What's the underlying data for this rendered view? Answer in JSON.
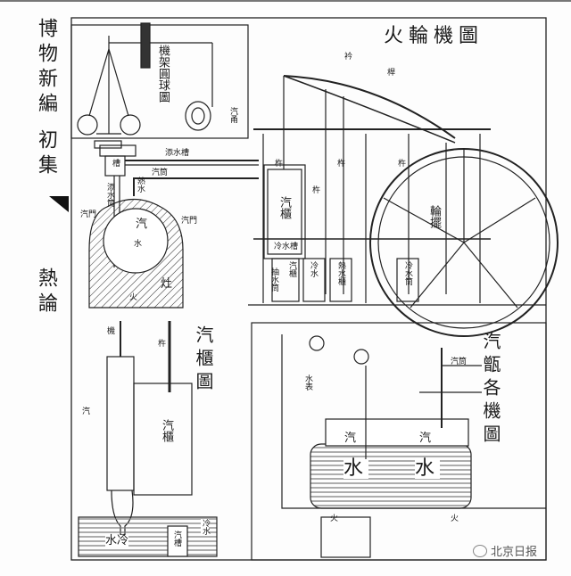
{
  "title": "火輪機圖",
  "book_title": "博物新編",
  "volume": "初集",
  "section": "熱論",
  "governor_inset": {
    "label": "機架圓球圖",
    "pipe_label": "汽甬"
  },
  "boiler": {
    "tank_label": "添水槽",
    "tank_small": "槽",
    "pipe_label": "添水筒",
    "steam_pipe": "汽筒",
    "hot_label": "熱水",
    "steam": "汽",
    "water": "水",
    "furnace": "灶",
    "fire": "火",
    "vent_left": "汽門",
    "vent_right": "汽門"
  },
  "engine": {
    "beam_label_1": "衿",
    "beam_label_2": "桿",
    "rod_1": "杵",
    "rod_2": "杵",
    "rod_3": "杵",
    "rod_4": "杵",
    "cylinder": "汽櫃",
    "wheel": "輪擺",
    "cold_tank": "冷水槽",
    "steam_tank": "汽櫃",
    "cold_pipe": "冷水",
    "hot_tank": "熱水櫃",
    "condenser": "冷水筒",
    "pump": "抽水筒"
  },
  "cabinet_panel": {
    "title": "汽櫃圖",
    "label_top": "機",
    "label_rod": "杵",
    "label_steam": "汽櫃",
    "label_in": "汽",
    "label_cold_water": "水冷",
    "label_steam_tank": "汽槽",
    "label_water": "冷水"
  },
  "boiler_panel": {
    "title": "汽甑各機圖",
    "steam_left": "汽",
    "steam_right": "汽",
    "water_left": "水",
    "water_right": "水",
    "fire_left": "火",
    "fire_right": "火",
    "pipe_label": "汽筒",
    "gauge_label": "水表"
  },
  "watermark": "北京日报"
}
